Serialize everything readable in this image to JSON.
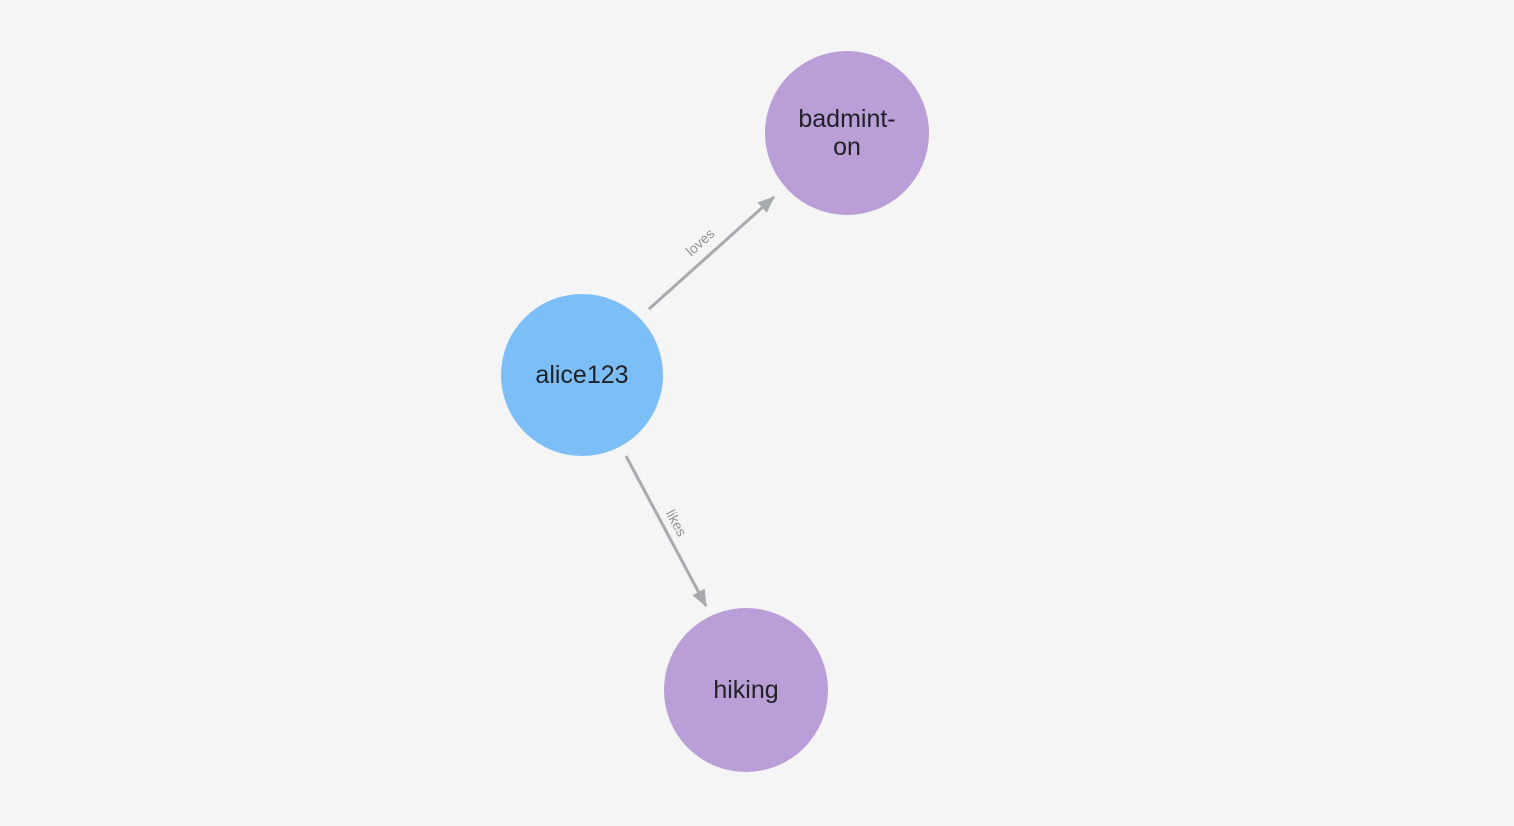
{
  "theme": {
    "background": "#f4f5f4",
    "node_text": "#222126",
    "edge_stroke": "#a7aaae",
    "edge_label_color": "#909399"
  },
  "graph": {
    "nodes": [
      {
        "id": "alice123",
        "lines": [
          "alice123"
        ],
        "fill": "#7cbef7"
      },
      {
        "id": "badminton",
        "lines": [
          "badmint-",
          "on"
        ],
        "fill": "#b99ed7"
      },
      {
        "id": "hiking",
        "lines": [
          "hiking"
        ],
        "fill": "#b99ed7"
      }
    ],
    "edges": [
      {
        "label": "loves",
        "from": "alice123",
        "to": "badminton"
      },
      {
        "label": "likes",
        "from": "alice123",
        "to": "hiking"
      }
    ]
  }
}
